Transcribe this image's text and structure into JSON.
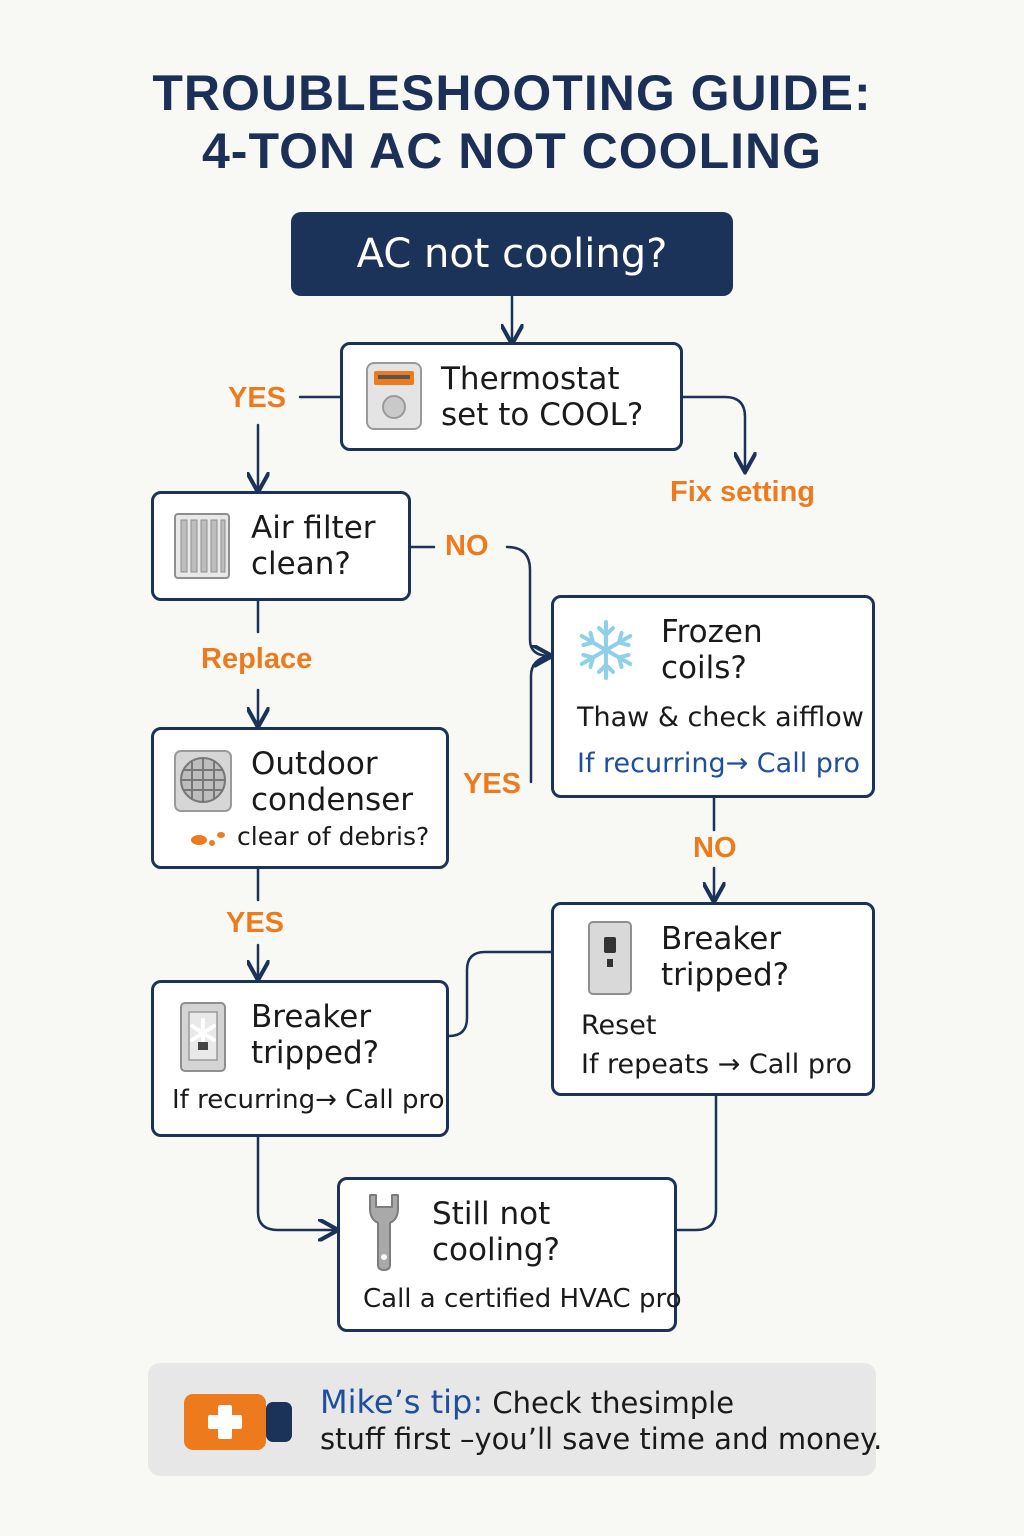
{
  "title": {
    "line1": "TROUBLESHOOTING GUIDE:",
    "line2": "4-TON AC NOT COOLING"
  },
  "start": {
    "text": "AC not cooling?"
  },
  "nodes": {
    "thermostat": {
      "line1": "Thermostat",
      "line2": "set to COOL?",
      "icon": "thermostat-icon"
    },
    "filter": {
      "line1": "Air filter",
      "line2": "clean?",
      "icon": "air-filter-icon"
    },
    "frozen": {
      "line1": "Frozen",
      "line2": "coils?",
      "sub1": "Thaw & check aifflow",
      "sub2": "If recurring→ Call pro",
      "icon": "snowflake-icon"
    },
    "condenser": {
      "line1": "Outdoor",
      "line2": "condenser",
      "sub1": "clear of debris?",
      "icon": "condenser-fan-icon"
    },
    "breaker_right": {
      "line1": "Breaker",
      "line2": "tripped?",
      "sub1": "Reset",
      "sub2": "If repeats → Call pro",
      "icon": "breaker-switch-icon"
    },
    "breaker_left": {
      "line1": "Breaker",
      "line2": "tripped?",
      "sub1": "If recurring→ Call pro",
      "icon": "breaker-panel-icon"
    },
    "still": {
      "line1": "Still not",
      "line2": "cooling?",
      "sub1": "Call a certified HVAC pro",
      "icon": "wrench-icon"
    }
  },
  "labels": {
    "yes_thermostat": "YES",
    "fix_setting": "Fix setting",
    "no_filter": "NO",
    "replace": "Replace",
    "yes_condenser": "YES",
    "no_frozen": "NO",
    "yes_condenser_down": "YES"
  },
  "tip": {
    "lead": "Mike’s tip:",
    "line1": " Check thesimple",
    "line2": "stuff first –you’ll save time and money.",
    "icon": "first-aid-kit-icon"
  },
  "colors": {
    "navy": "#1b3358",
    "orange": "#ee7a1e",
    "link_blue": "#1d4f9e",
    "background": "#f8f8f4"
  }
}
